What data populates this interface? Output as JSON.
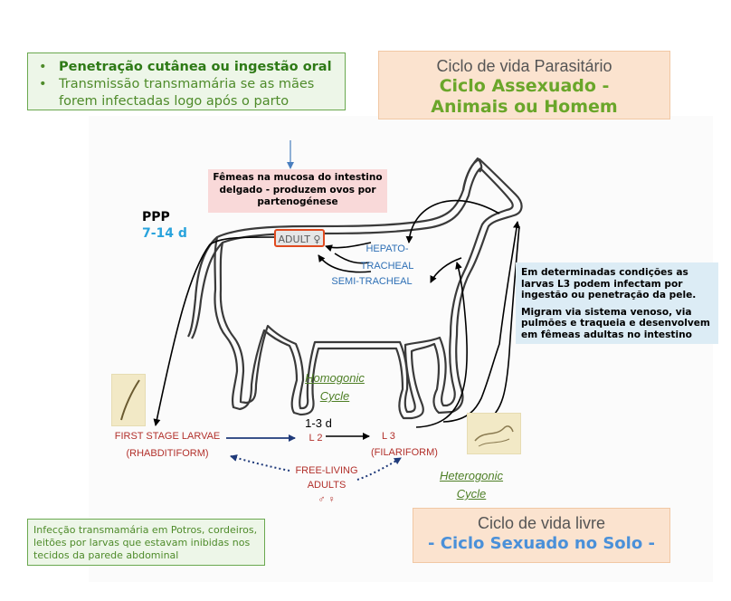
{
  "top_left_box": {
    "bullet1": "Penetração cutânea ou ingestão oral",
    "bullet2": "Transmissão transmamária se as mães forem infectadas logo após o parto"
  },
  "top_right_box": {
    "line1": "Ciclo de vida Parasitário",
    "line2": "Ciclo Assexuado -",
    "line3": "Animais ou Homem"
  },
  "pink_box": {
    "text": "Fêmeas na mucosa do intestino delgado - produzem ovos por partenogénese"
  },
  "ppp": {
    "label": "PPP",
    "value": "7-14 d"
  },
  "adult_label": "ADULT ♀",
  "hepato_tracheal": {
    "line1": "HEPATO-",
    "line2": "TRACHEAL"
  },
  "semi_tracheal": "SEMI-TRACHEAL",
  "condition_box": {
    "para1": "Em determinadas condições as larvas L3 podem infectam por ingestão ou penetração da pele.",
    "para2": "Migram via sistema venoso, via pulmões e traqueia e desenvolvem em fêmeas adultas no intestino"
  },
  "homogonic": {
    "line1": "Homogonic",
    "line2": "Cycle"
  },
  "heterogonic": {
    "line1": "Heterogonic",
    "line2": "Cycle"
  },
  "first_stage": {
    "line1": "FIRST STAGE LARVAE",
    "line2": "(RHABDITIFORM)"
  },
  "l2": "L 2",
  "l3": {
    "line1": "L 3",
    "line2": "(FILARIFORM)"
  },
  "duration": "1-3 d",
  "free_living": {
    "line1": "FREE-LIVING",
    "line2": "ADULTS",
    "line3": "♂ ♀"
  },
  "bottom_left_box": {
    "text": "Infecção transmamária em Potros, cordeiros, leitões por larvas que estavam inibidas nos tecidos da parede abdominal"
  },
  "bottom_right_box": {
    "line1": "Ciclo de vida livre",
    "line2": "- Ciclo Sexuado no Solo -"
  },
  "colors": {
    "green": "#6aa62a",
    "blue": "#4a90d9",
    "red": "#b2302b",
    "peach": "#fbe3cf",
    "pink": "#f9d9d9",
    "light_blue": "#dcecf5"
  }
}
